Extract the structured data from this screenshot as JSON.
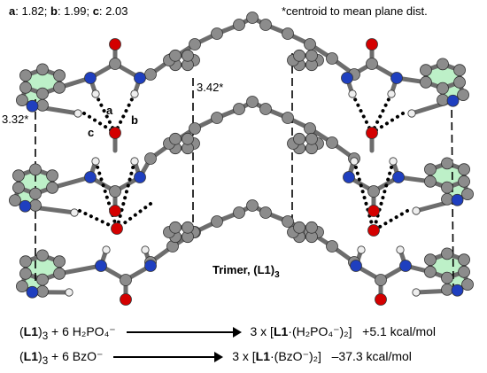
{
  "bond_distances": {
    "a_label": "a",
    "a_value": ": 1.82; ",
    "b_label": "b",
    "b_value": ": 1.99; ",
    "c_label": "c",
    "c_value": ": 2.03"
  },
  "centroid_note": "*centroid to mean plane dist.",
  "distance_left": "3.32*",
  "distance_mid": "3.42*",
  "hbond_labels": {
    "a": "a",
    "b": "b",
    "c": "c"
  },
  "trimer_label": "Trimer, (L1)",
  "trimer_subscript": "3",
  "equations": [
    {
      "lhs_ligand": "L1",
      "lhs_sub": "3",
      "lhs_rest": " + 6 H₂PO₄⁻",
      "rhs_prefix": "3 x [",
      "rhs_ligand": "L1",
      "rhs_rest": "·(H₂PO₄⁻)₂]",
      "energy": "+5.1 kcal/mol"
    },
    {
      "lhs_ligand": "L1",
      "lhs_sub": "3",
      "lhs_rest": " + 6 BzO⁻",
      "rhs_prefix": "3 x [",
      "rhs_ligand": "L1",
      "rhs_rest": "·(BzO⁻)₂]",
      "energy": "–37.3 kcal/mol"
    }
  ],
  "colors": {
    "carbon": "#8c8c8c",
    "oxygen": "#d40000",
    "nitrogen": "#1f3fbf",
    "hydrogen": "#eeeeee",
    "ring_fill": "#bdf0c8",
    "ring_edge": "#5a8a66"
  }
}
